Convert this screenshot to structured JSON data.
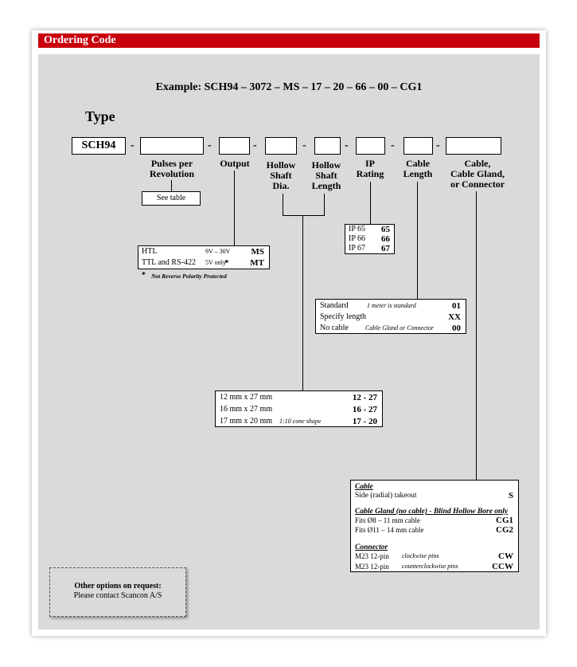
{
  "header": {
    "title": "Ordering Code"
  },
  "example": "Example: SCH94 – 3072 – MS – 17 – 20 – 66 – 00 – CG1",
  "type_title": "Type",
  "code_prefix": "SCH94",
  "dash": "-",
  "labels": {
    "pulses": [
      "Pulses per",
      "Revolution"
    ],
    "output": [
      "Output"
    ],
    "shaft_dia": [
      "Hollow",
      "Shaft",
      "Dia."
    ],
    "shaft_length": [
      "Hollow",
      "Shaft",
      "Length"
    ],
    "ip": [
      "IP",
      "Rating"
    ],
    "cable_length": [
      "Cable",
      "Length"
    ],
    "connector": [
      "Cable,",
      "Cable Gland,",
      "or Connector"
    ]
  },
  "see_table": "See table",
  "output_table": {
    "rows": [
      {
        "name": "HTL",
        "range": "9V – 30V",
        "star": "",
        "code": "MS"
      },
      {
        "name": "TTL and RS-422",
        "range": "5V only",
        "star": "*",
        "code": "MT"
      }
    ],
    "footnote_mark": "*",
    "footnote": "Not Reverse Polarity Protected"
  },
  "ip_table": {
    "rows": [
      {
        "name": "IP 65",
        "code": "65"
      },
      {
        "name": "IP 66",
        "code": "66"
      },
      {
        "name": "IP 67",
        "code": "67"
      }
    ]
  },
  "cable_length_table": {
    "rows": [
      {
        "name": "Standard",
        "note": "1 meter is standard",
        "code": "01"
      },
      {
        "name": "Specify length",
        "note": "",
        "code": "XX"
      },
      {
        "name": "No cable",
        "note": "Cable Gland or Connector",
        "code": "00"
      }
    ]
  },
  "shaft_table": {
    "rows": [
      {
        "size": "12 mm  x  27 mm",
        "note": "",
        "code": "12  -  27"
      },
      {
        "size": "16 mm  x  27 mm",
        "note": "",
        "code": "16  -  27"
      },
      {
        "size": "17 mm  x  20 mm",
        "note": "1:10 cone shape",
        "code": "17  -  20"
      }
    ]
  },
  "connector_table": {
    "cable_title": "Cable",
    "cable_row": {
      "name": "Side  (radial) takeout",
      "code": "S"
    },
    "gland_title": "Cable Gland  (no cable)  -  Blind Hollow Bore only",
    "gland_rows": [
      {
        "name": "Fits   Ø8 – 11 mm cable",
        "code": "CG1"
      },
      {
        "name": "Fits  Ø11 – 14 mm cable",
        "code": "CG2"
      }
    ],
    "connector_title": "Connector",
    "connector_rows": [
      {
        "name": "M23  12-pin",
        "note": "clockwise pins",
        "code": "CW"
      },
      {
        "name": "M23  12-pin",
        "note": "counterclockwise pins",
        "code": "CCW"
      }
    ]
  },
  "note": {
    "title": "Other options on request:",
    "text": "Please contact Scancon A/S"
  }
}
